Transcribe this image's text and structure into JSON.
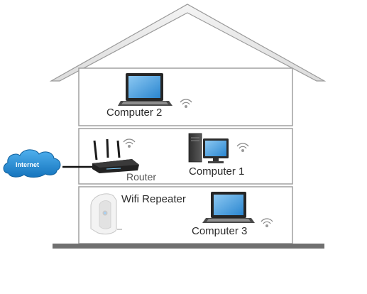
{
  "labels": {
    "internet": "Internet",
    "router": "Router",
    "computer_1": "Computer 1",
    "computer_2": "Computer 2",
    "computer_3": "Computer 3",
    "wifi_repeater": "Wifi Repeater"
  },
  "icons": {
    "cloud": "cloud-icon",
    "router": "router-icon",
    "laptop": "laptop-icon",
    "desktop": "desktop-computer-icon",
    "repeater": "wifi-repeater-icon",
    "wifi": "wifi-signal-icon"
  },
  "colors": {
    "cloud": "#1a8ad4",
    "screen": "#3d9be0",
    "house_line": "#9a9a9a",
    "ground": "#707070"
  }
}
